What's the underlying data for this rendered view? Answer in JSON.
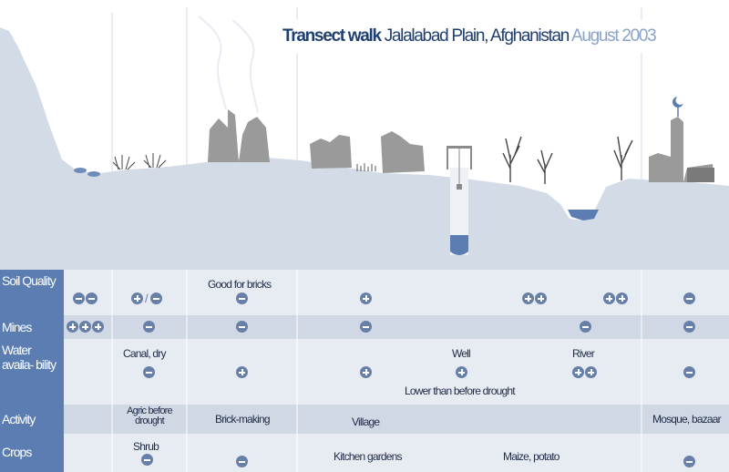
{
  "title": {
    "bold": "Transect walk",
    "place": "Jalalabad Plain, Afghanistan",
    "date": "August 2003"
  },
  "rows": [
    {
      "key": "soil",
      "label": "Soil Quality"
    },
    {
      "key": "mines",
      "label": "Mines"
    },
    {
      "key": "water",
      "label": "Water availa- bility"
    },
    {
      "key": "activity",
      "label": "Activity"
    },
    {
      "key": "crops",
      "label": "Crops"
    }
  ],
  "cells": {
    "soil_col3_text": "Good for bricks",
    "water_col2_text": "Canal, dry",
    "water_well": "Well",
    "water_river": "River",
    "water_well_note": "Lower than before drought",
    "activity_col2": "Agric before drought",
    "activity_col3": "Brick-making",
    "activity_col4": "Village",
    "activity_col8": "Mosque, bazaar",
    "crops_col2": "Shrub",
    "crops_col4": "Kitchen gardens",
    "crops_col6": "Maize, potato"
  },
  "symbols": {
    "minus": "minus-symbol",
    "plus": "plus-symbol"
  },
  "colors": {
    "landscape": "#d3dbe7",
    "sky": "#ffffff",
    "structures": "#9a9a9a",
    "water": "#5b7db1",
    "label_bg": "#5b7db1",
    "symbol": "#687fa8",
    "band_light": "#e7ecf3",
    "band_mid": "#cfd8e4"
  }
}
